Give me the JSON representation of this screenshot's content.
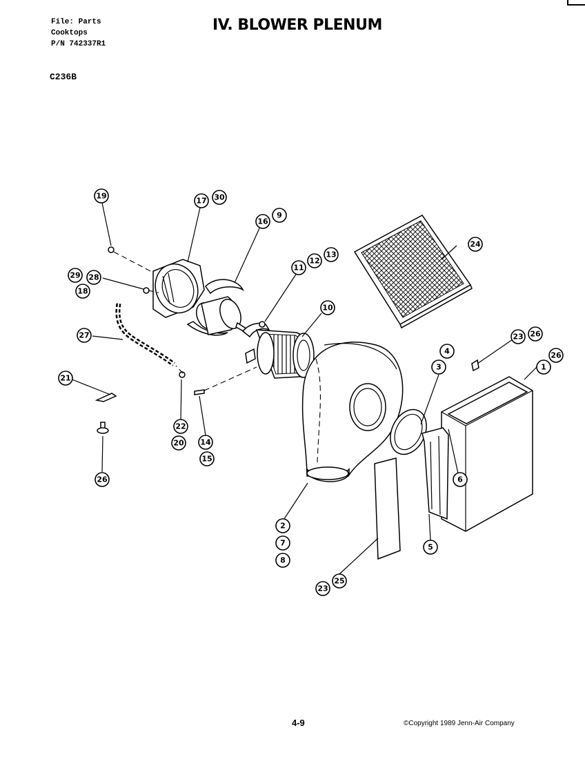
{
  "header": {
    "file_line": "File: Parts",
    "category_line": "Cooktops",
    "part_number_line": "P/N 742337R1",
    "title": "IV. BLOWER PLENUM",
    "model": "C236B"
  },
  "footer": {
    "page_number": "4-9",
    "copyright": "©Copyright 1989 Jenn-Air Company"
  },
  "callouts": [
    "19",
    "17",
    "30",
    "16",
    "9",
    "11",
    "12",
    "13",
    "24",
    "29",
    "28",
    "18",
    "10",
    "27",
    "23",
    "26",
    "4",
    "3",
    "1",
    "26",
    "21",
    "22",
    "20",
    "14",
    "15",
    "6",
    "26",
    "2",
    "7",
    "8",
    "5",
    "23",
    "25"
  ]
}
